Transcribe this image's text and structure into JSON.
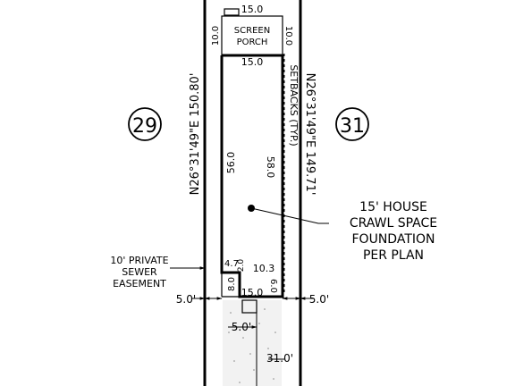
{
  "lots": {
    "left": "29",
    "right": "31"
  },
  "bearings": {
    "left_line": "N26°31'49\"E 150.80'",
    "right_line": "N26°31'49\"E 149.71'"
  },
  "porch": {
    "line1": "SCREEN",
    "line2": "PORCH",
    "top_dim": "15.0",
    "left_dim": "10.0",
    "right_dim": "10.0"
  },
  "house": {
    "top_dim": "15.0",
    "left_dim": "56.0",
    "right_dim": "58.0",
    "bottom_dim": "15.0",
    "notch_w": "4.7",
    "notch_h": "2.0",
    "notch_step": "10.3",
    "lower_left": "8.0",
    "lower_right": "6.0"
  },
  "setbacks_label": "SETBACKS (TYP.)",
  "note": {
    "line1": "15' HOUSE",
    "line2": "CRAWL SPACE",
    "line3": "FOUNDATION",
    "line4": "PER PLAN"
  },
  "easement": {
    "line1": "10' PRIVATE",
    "line2": "SEWER",
    "line3": "EASEMENT"
  },
  "side_setbacks": {
    "left": "5.0'",
    "right": "5.0'"
  },
  "driveway": {
    "offset": "5.0'",
    "length": "31.0'"
  }
}
